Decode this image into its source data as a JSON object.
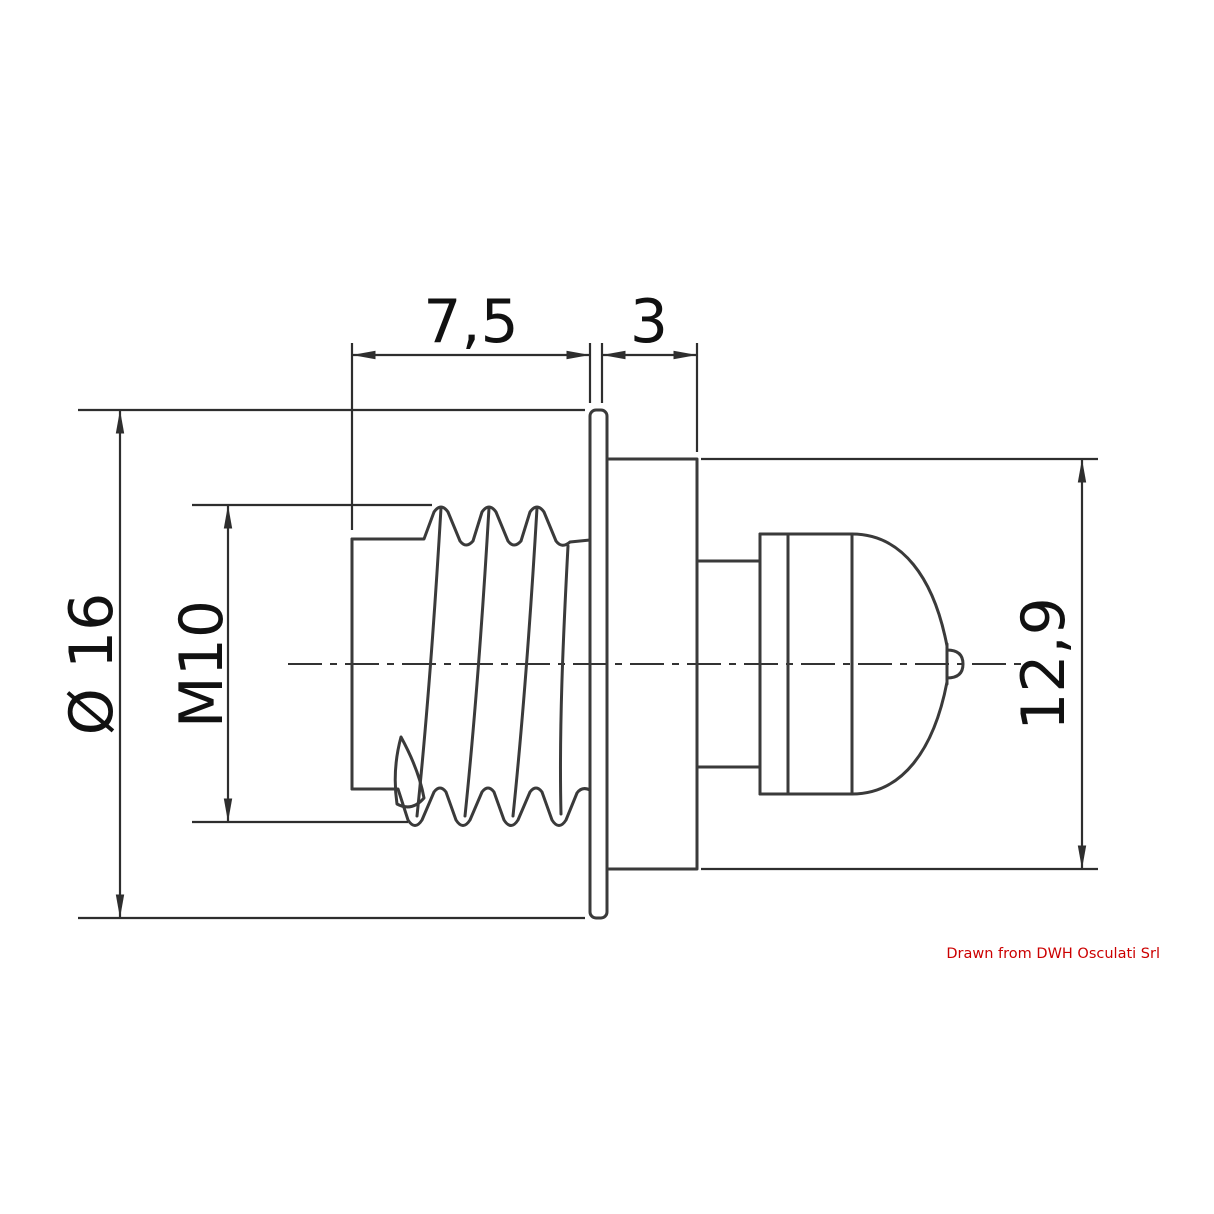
{
  "drawing": {
    "type": "technical-drawing",
    "subject": "snap-fastener-stud-side-view",
    "labels": {
      "thread_length": "7,5",
      "collar_width": "3",
      "flange_diameter": "Ø 16",
      "thread_size": "M10",
      "body_height": "12,9"
    },
    "caption": "Drawn from DWH Osculati Srl",
    "colors": {
      "outline": "#3a3a3a",
      "dimension": "#2e2e2e",
      "text": "#111111",
      "caption": "#cc0000"
    }
  }
}
